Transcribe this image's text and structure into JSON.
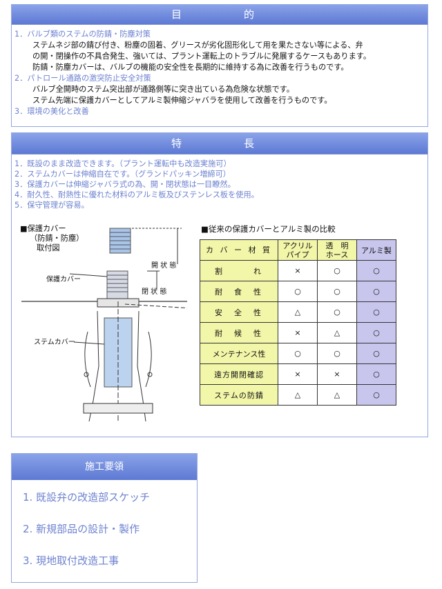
{
  "purpose": {
    "title": "目　　的",
    "items": [
      {
        "heading": "1．バルブ類のステムの防錆・防塵対策",
        "lines": [
          "ステムネジ部の錆び付き、粉塵の固着、グリースが劣化固形化して用を果たさない等による、弁",
          "の開・閉操作の不具合発生、強いては、プラント運転上のトラブルに発展するケースもあります。",
          "防錆・防塵カバーは、バルブの機能の安全性を長期的に維持する為に改善を行うものです。"
        ]
      },
      {
        "heading": "2．パトロール通路の激突防止安全対策",
        "lines": [
          "バルブ全開時のステム突出部が通路側等に突き出ている為危険な状態です。",
          "ステム先端に保護カバーとしてアルミ製伸縮ジャバラを使用して改善を行うものです。"
        ]
      },
      {
        "heading": "3．環境の美化と改善",
        "lines": []
      }
    ]
  },
  "features": {
    "title": "特　　長",
    "items": [
      "1．既設のまま改造できます。（プラント運転中も改造実施可）",
      "2．ステムカバーは伸縮自在です。（グランドパッキン増締可）",
      "3．保護カバーは伸縮ジャバラ式の為、開・閉状態は一目瞭然。",
      "4．耐久性、耐熱性に優れた材料のアルミ板及びステンレス板を使用。",
      "5．保守管理が容易。"
    ],
    "diagram": {
      "caption_lines": [
        "■保護カバー",
        "（防錆・防塵）",
        "取付図"
      ],
      "label_open": "開 状 態",
      "label_closed": "閉 状 態",
      "label_cover": "保護カバー",
      "label_stem_cover": "ステムカバー"
    },
    "table": {
      "title": "■従来の保護カバーとアルミ製の比較",
      "headers": [
        "カ バ ー 材 質",
        "アクリル\nパイプ",
        "透　明\nホース",
        "アルミ製"
      ],
      "rows": [
        {
          "label": "割　　　れ",
          "acrylic": "×",
          "hose": "○",
          "alum": "○"
        },
        {
          "label": "耐　食　性",
          "acrylic": "○",
          "hose": "○",
          "alum": "○"
        },
        {
          "label": "安　全　性",
          "acrylic": "△",
          "hose": "○",
          "alum": "○"
        },
        {
          "label": "耐　候　性",
          "acrylic": "×",
          "hose": "△",
          "alum": "○"
        },
        {
          "label": "メンテナンス性",
          "acrylic": "○",
          "hose": "○",
          "alum": "○"
        },
        {
          "label": "遠方開閉確認",
          "acrylic": "×",
          "hose": "×",
          "alum": "○"
        },
        {
          "label": "ステムの防錆",
          "acrylic": "△",
          "hose": "△",
          "alum": "○"
        }
      ]
    }
  },
  "procedure": {
    "title": "施工要領",
    "steps": [
      "1. 既設弁の改造部スケッチ",
      "2. 新規部品の設計・製作",
      "3. 現地取付改造工事"
    ]
  },
  "colors": {
    "accent": "#6d82d0",
    "header_grad_top": "#8aa3e9",
    "table_yellow": "#f2f6a8",
    "table_violet": "#c9c6ee"
  }
}
